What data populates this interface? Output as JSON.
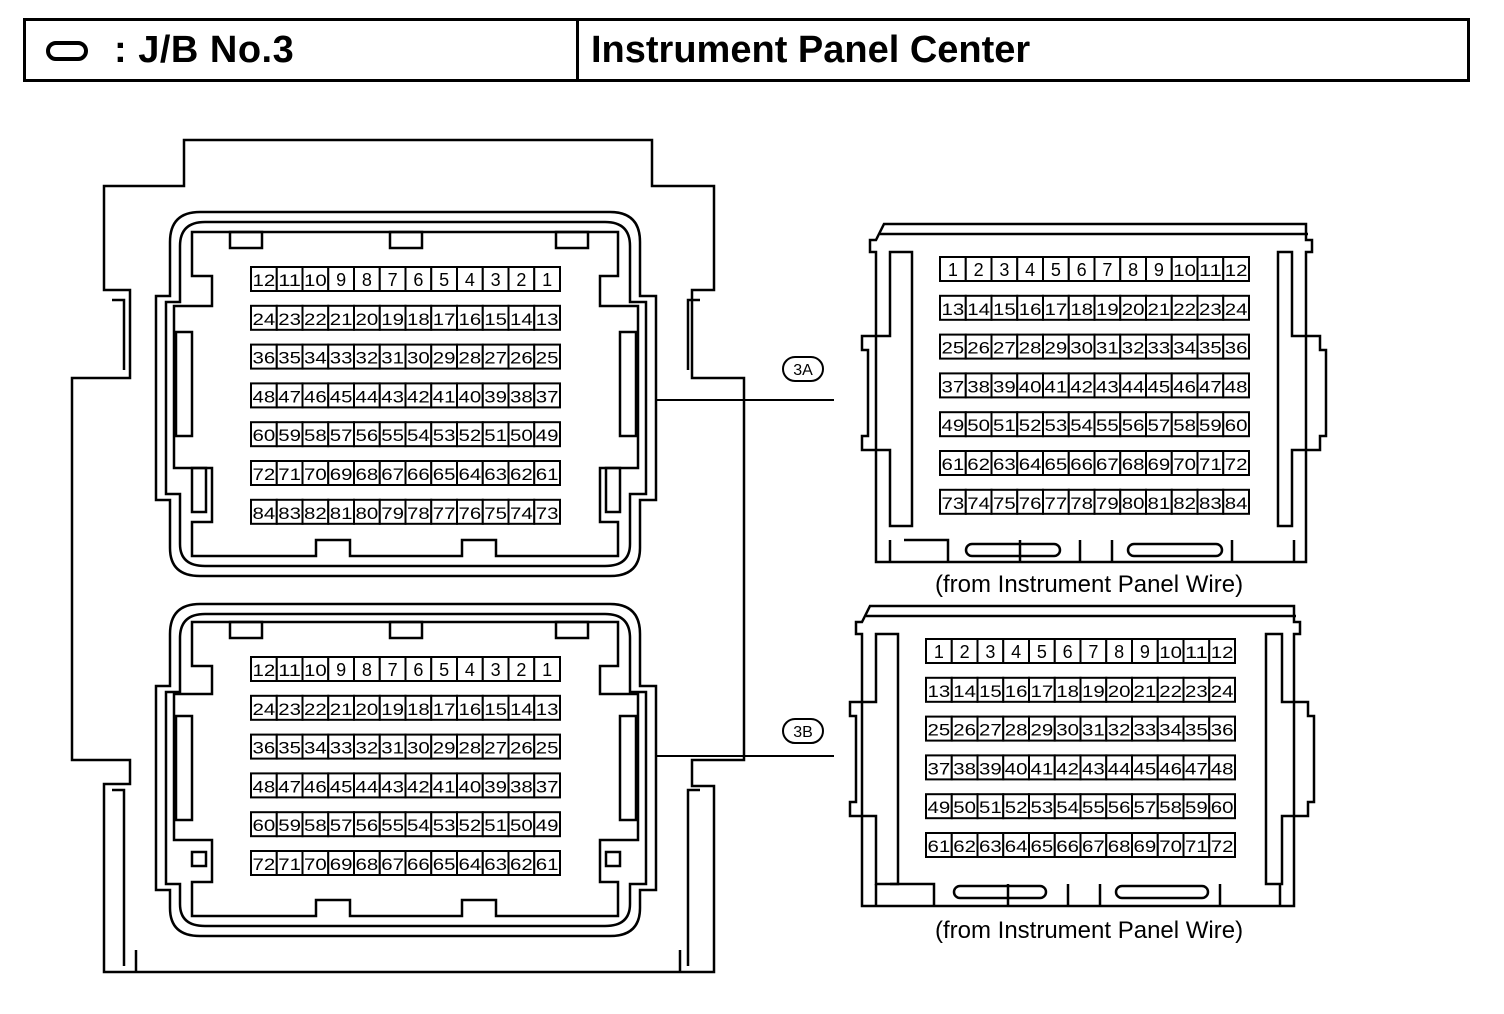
{
  "header": {
    "symbol_icon": "oval-symbol-icon",
    "jb_label": ": J/B No.3",
    "location": "Instrument Panel Center"
  },
  "connectors": [
    {
      "id": "3A",
      "caption": "(from Instrument Panel Wire)",
      "rows": [
        [
          "12",
          "11",
          "10",
          "9",
          "8",
          "7",
          "6",
          "5",
          "4",
          "3",
          "2",
          "1"
        ],
        [
          "24",
          "23",
          "22",
          "21",
          "20",
          "19",
          "18",
          "17",
          "16",
          "15",
          "14",
          "13"
        ],
        [
          "36",
          "35",
          "34",
          "33",
          "32",
          "31",
          "30",
          "29",
          "28",
          "27",
          "26",
          "25"
        ],
        [
          "48",
          "47",
          "46",
          "45",
          "44",
          "43",
          "42",
          "41",
          "40",
          "39",
          "38",
          "37"
        ],
        [
          "60",
          "59",
          "58",
          "57",
          "56",
          "55",
          "54",
          "53",
          "52",
          "51",
          "50",
          "49"
        ],
        [
          "72",
          "71",
          "70",
          "69",
          "68",
          "67",
          "66",
          "65",
          "64",
          "63",
          "62",
          "61"
        ],
        [
          "84",
          "83",
          "82",
          "81",
          "80",
          "79",
          "78",
          "77",
          "76",
          "75",
          "74",
          "73"
        ]
      ],
      "mating_rows": [
        [
          "1",
          "2",
          "3",
          "4",
          "5",
          "6",
          "7",
          "8",
          "9",
          "10",
          "11",
          "12"
        ],
        [
          "13",
          "14",
          "15",
          "16",
          "17",
          "18",
          "19",
          "20",
          "21",
          "22",
          "23",
          "24"
        ],
        [
          "25",
          "26",
          "27",
          "28",
          "29",
          "30",
          "31",
          "32",
          "33",
          "34",
          "35",
          "36"
        ],
        [
          "37",
          "38",
          "39",
          "40",
          "41",
          "42",
          "43",
          "44",
          "45",
          "46",
          "47",
          "48"
        ],
        [
          "49",
          "50",
          "51",
          "52",
          "53",
          "54",
          "55",
          "56",
          "57",
          "58",
          "59",
          "60"
        ],
        [
          "61",
          "62",
          "63",
          "64",
          "65",
          "66",
          "67",
          "68",
          "69",
          "70",
          "71",
          "72"
        ],
        [
          "73",
          "74",
          "75",
          "76",
          "77",
          "78",
          "79",
          "80",
          "81",
          "82",
          "83",
          "84"
        ]
      ]
    },
    {
      "id": "3B",
      "caption": "(from Instrument Panel Wire)",
      "rows": [
        [
          "12",
          "11",
          "10",
          "9",
          "8",
          "7",
          "6",
          "5",
          "4",
          "3",
          "2",
          "1"
        ],
        [
          "24",
          "23",
          "22",
          "21",
          "20",
          "19",
          "18",
          "17",
          "16",
          "15",
          "14",
          "13"
        ],
        [
          "36",
          "35",
          "34",
          "33",
          "32",
          "31",
          "30",
          "29",
          "28",
          "27",
          "26",
          "25"
        ],
        [
          "48",
          "47",
          "46",
          "45",
          "44",
          "43",
          "42",
          "41",
          "40",
          "39",
          "38",
          "37"
        ],
        [
          "60",
          "59",
          "58",
          "57",
          "56",
          "55",
          "54",
          "53",
          "52",
          "51",
          "50",
          "49"
        ],
        [
          "72",
          "71",
          "70",
          "69",
          "68",
          "67",
          "66",
          "65",
          "64",
          "63",
          "62",
          "61"
        ]
      ],
      "mating_rows": [
        [
          "1",
          "2",
          "3",
          "4",
          "5",
          "6",
          "7",
          "8",
          "9",
          "10",
          "11",
          "12"
        ],
        [
          "13",
          "14",
          "15",
          "16",
          "17",
          "18",
          "19",
          "20",
          "21",
          "22",
          "23",
          "24"
        ],
        [
          "25",
          "26",
          "27",
          "28",
          "29",
          "30",
          "31",
          "32",
          "33",
          "34",
          "35",
          "36"
        ],
        [
          "37",
          "38",
          "39",
          "40",
          "41",
          "42",
          "43",
          "44",
          "45",
          "46",
          "47",
          "48"
        ],
        [
          "49",
          "50",
          "51",
          "52",
          "53",
          "54",
          "55",
          "56",
          "57",
          "58",
          "59",
          "60"
        ],
        [
          "61",
          "62",
          "63",
          "64",
          "65",
          "66",
          "67",
          "68",
          "69",
          "70",
          "71",
          "72"
        ]
      ]
    }
  ]
}
